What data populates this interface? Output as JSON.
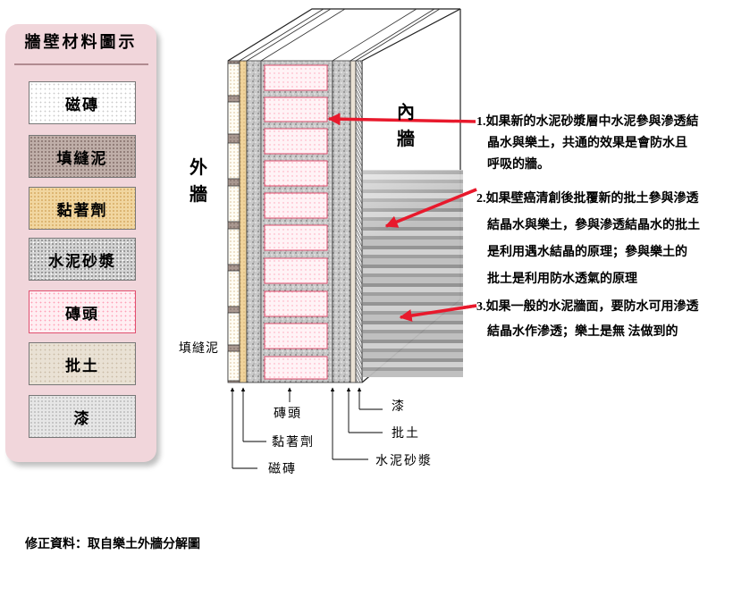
{
  "legend": {
    "title": "牆壁材料圖示",
    "items": [
      {
        "label": "磁磚"
      },
      {
        "label": "填縫泥"
      },
      {
        "label": "黏著劑"
      },
      {
        "label": "水泥砂漿"
      },
      {
        "label": "磚頭"
      },
      {
        "label": "批土"
      },
      {
        "label": "漆"
      }
    ]
  },
  "wall": {
    "outer_label": "外牆",
    "inner_label": "內牆",
    "grout_side_label": "填縫泥"
  },
  "layer_labels": {
    "brick": "磚頭",
    "adhesive": "黏著劑",
    "tile": "磁磚",
    "mortar": "水泥砂漿",
    "putty": "批土",
    "paint": "漆"
  },
  "annotations": [
    {
      "lines": [
        "1.如果新的水泥砂漿層中水泥參與滲透結",
        "晶水與樂土，共通的效果是會防水且",
        "呼吸的牆。"
      ]
    },
    {
      "lines": [
        "2.如果壁癌清創後批覆新的批土參與滲透",
        "結晶水與樂土，參與滲透結晶水的批土",
        "是利用遇水結晶的原理；參與樂土的",
        "批土是利用防水透氣的原理"
      ]
    },
    {
      "lines": [
        "3.如果一般的水泥牆面，要防水可用滲透",
        "結晶水作滲透；樂土是無 法做到的"
      ]
    }
  ],
  "footnote": "修正資料：取自樂土外牆分解圖",
  "colors": {
    "legend_bg": "#f1d6db",
    "arrow": "#e8192c",
    "brick_outline": "#e05070"
  }
}
